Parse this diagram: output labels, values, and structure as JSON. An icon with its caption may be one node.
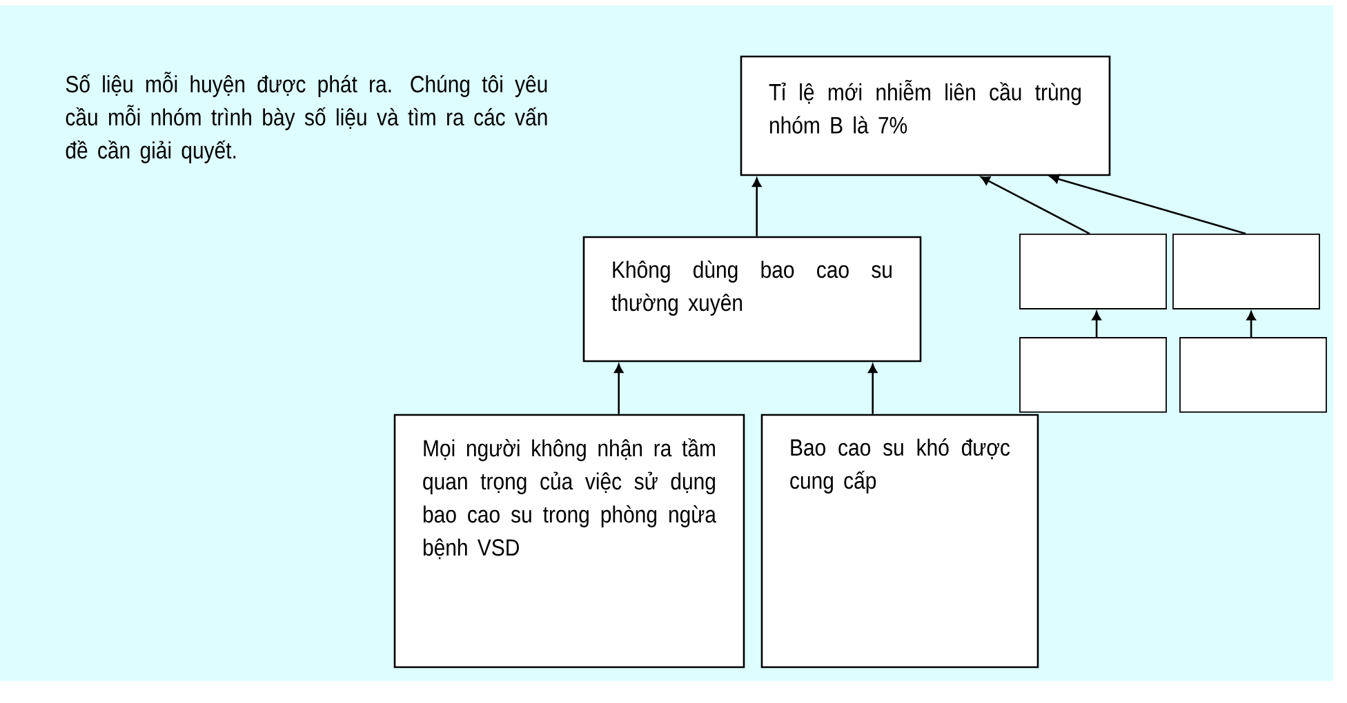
{
  "diagram": {
    "nodes": [
      {
        "text": [
          "Tỉ lệ mới nhiễm liên cầu trùng nhóm B là 7%"
        ]
      },
      {
        "text": [
          "Không dùng bao cao su thường xuyên"
        ]
      },
      {
        "text": [
          "Mọi người không nhận ra tầm quan trọng của việc sử dụng bao cao su trong phòng ngừa bệnh VSD"
        ]
      },
      {
        "text": [
          "Bao cao su khó được cung cấp"
        ]
      },
      {
        "text": [],
        "shape": "box"
      },
      {
        "text": [],
        "shape": "box"
      },
      {
        "text": [],
        "shape": "box"
      },
      {
        "text": [],
        "shape": "box"
      }
    ],
    "edges": [
      {
        "from": 1,
        "to": 0,
        "arrow": "to"
      },
      {
        "from": 2,
        "to": 1,
        "arrow": "to"
      },
      {
        "from": 3,
        "to": 1,
        "arrow": "to"
      },
      {
        "from": 4,
        "to": 0,
        "arrow": "to"
      },
      {
        "from": 5,
        "to": 0,
        "arrow": "to"
      },
      {
        "from": 6,
        "to": 4,
        "arrow": "to"
      },
      {
        "from": 7,
        "to": 5,
        "arrow": "to"
      }
    ],
    "labels": [
      "Số liệu mỗi huyện được phát ra. Chúng tôi yêu cầu mỗi nhóm trình bày số liệu và tìm ra các vấn đề cần giải quyết."
    ]
  }
}
